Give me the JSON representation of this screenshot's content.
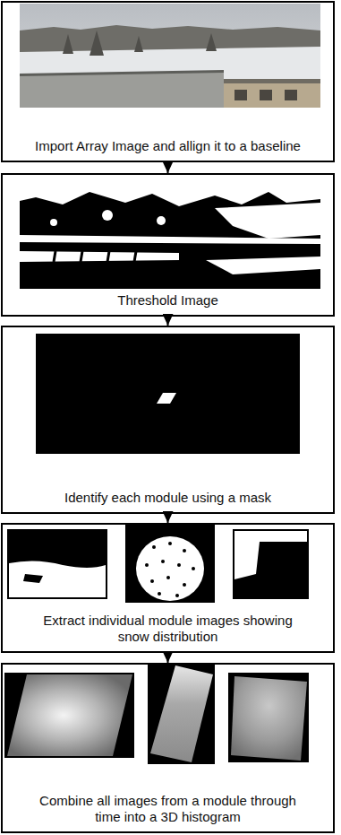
{
  "diagram": {
    "nodes": [
      {
        "text": [
          "Import Array Image and allign it to a baseline"
        ]
      },
      {
        "text": [
          "Threshold Image"
        ]
      },
      {
        "text": [
          "Identify each module using a mask"
        ]
      },
      {
        "text": [
          "Extract individual module images showing snow distribution"
        ]
      },
      {
        "text": [
          "Combine all images from a module through time into a 3D histogram"
        ]
      }
    ],
    "edges": [
      {
        "from": 0,
        "to": 1,
        "arrow": "to"
      },
      {
        "from": 1,
        "to": 2,
        "arrow": "to"
      },
      {
        "from": 2,
        "to": 3,
        "arrow": "to"
      },
      {
        "from": 3,
        "to": 4,
        "arrow": "to"
      }
    ]
  }
}
